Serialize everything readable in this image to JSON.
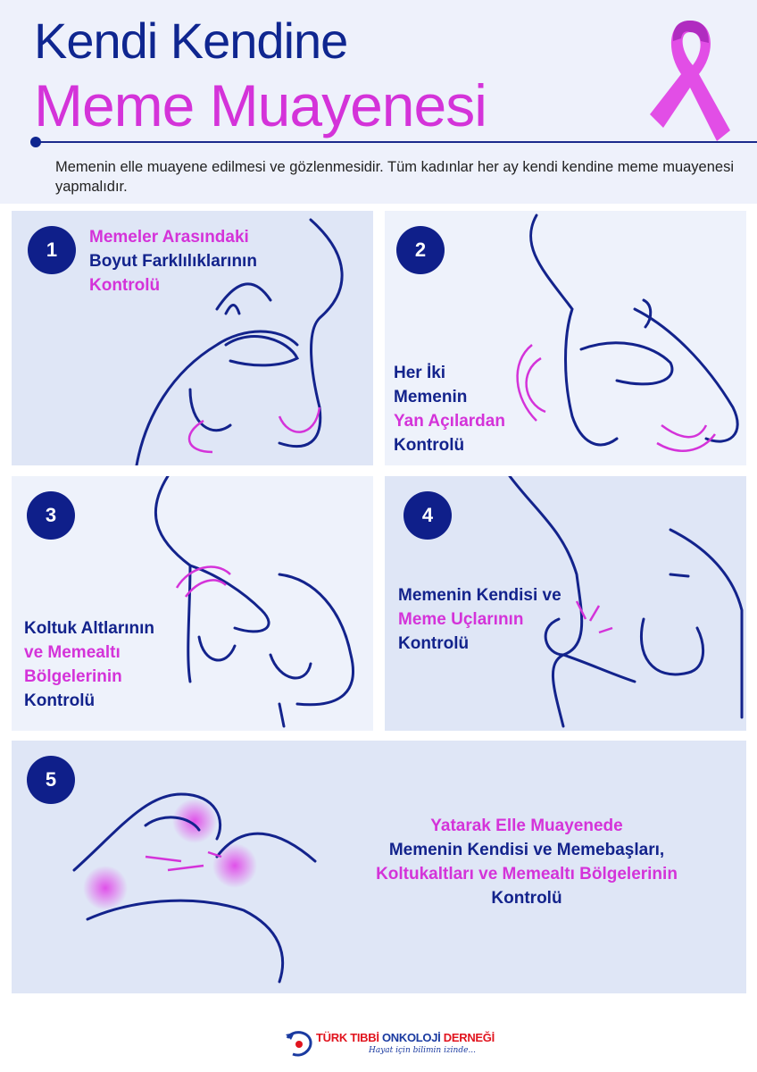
{
  "header": {
    "title_line1": "Kendi Kendine",
    "title_line2": "Meme Muayenesi",
    "intro": "Memenin elle muayene edilmesi ve gözlenmesidir. Tüm kadınlar her ay kendi kendine meme muayenesi yapmalıdır.",
    "ribbon_icon": "pink-ribbon-icon"
  },
  "colors": {
    "navy": "#13238c",
    "pink": "#d433d9",
    "panel_dark": "#dfe6f6",
    "panel_light": "#eef2fb"
  },
  "steps": [
    {
      "number": "1",
      "lines": [
        "Memeler Arasındaki",
        "Boyut Farklılıklarının",
        "Kontrolü"
      ]
    },
    {
      "number": "2",
      "lines": [
        "Her İki",
        "Memenin",
        "Yan Açılardan",
        "Kontrolü"
      ]
    },
    {
      "number": "3",
      "lines": [
        "Koltuk Altlarının",
        "ve Memealtı",
        "Bölgelerinin",
        "Kontrolü"
      ]
    },
    {
      "number": "4",
      "lines": [
        "Memenin Kendisi ve",
        "Meme Uçlarının",
        "Kontrolü"
      ]
    },
    {
      "number": "5",
      "lines": [
        "Yatarak Elle Muayenede",
        "Memenin Kendisi ve Memebaşları,",
        "Koltukaltları ve Memealtı Bölgelerinin",
        "Kontrolü"
      ]
    }
  ],
  "footer": {
    "org_part1": "TÜRK TIBBİ ",
    "org_part2": "ONKOLOJİ ",
    "org_part3": "DERNEĞİ",
    "slogan": "Hayat için bilimin izinde..."
  }
}
